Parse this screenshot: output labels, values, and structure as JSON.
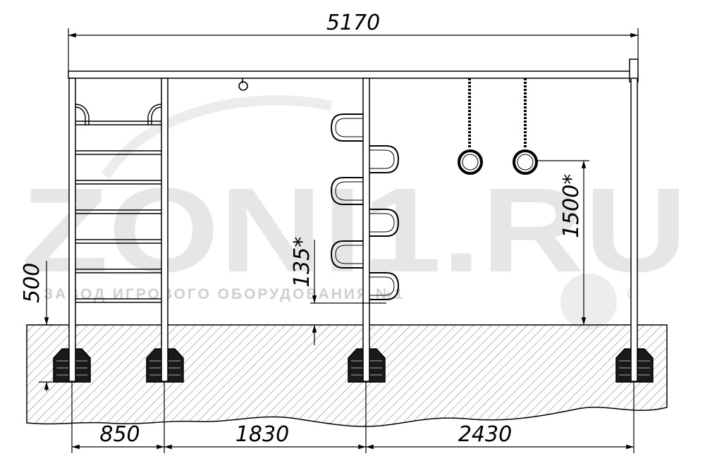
{
  "dimensions": {
    "overall_width": "5170",
    "span_left": "850",
    "span_middle": "1830",
    "span_right": "2430",
    "foundation_depth": "500",
    "rung_clearance": "135*",
    "ring_height": "1500*"
  },
  "watermark": {
    "brand": "ZONI1.RU",
    "tagline": "ЗАВОД ИГРОВОГО ОБОРУДОВАНИЯ №1",
    "registered": "®"
  },
  "colors": {
    "line": "#000000",
    "hatch": "#555555",
    "watermark": "#e6e6e6"
  }
}
